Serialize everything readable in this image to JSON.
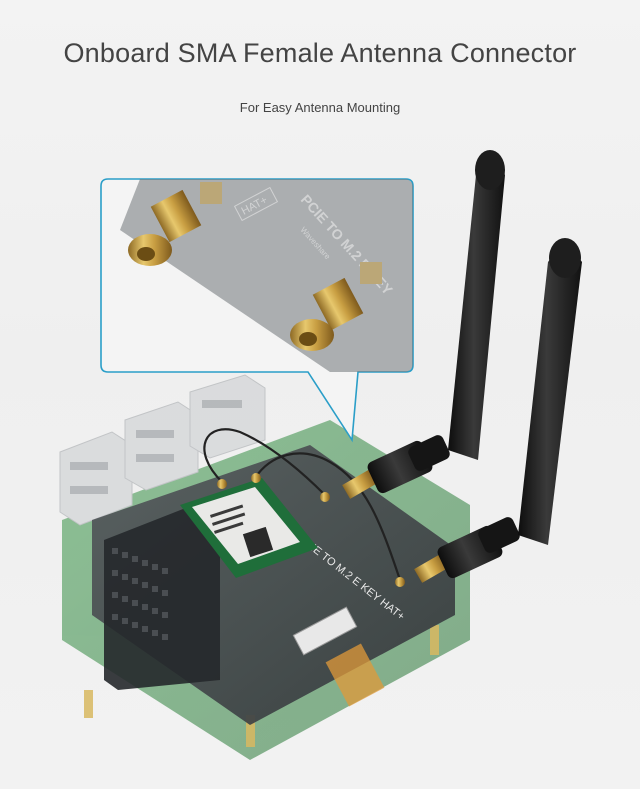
{
  "headline": "Onboard SMA Female Antenna Connector",
  "subheadline": "For Easy Antenna Mounting",
  "board_label": "PCIE TO M.2 E KEY HAT+",
  "board_label_zoom": "PCIE TO M.2 E KEY",
  "hat_badge": "HAT+",
  "brand": "Waveshare",
  "colors": {
    "background": "#f1f1f1",
    "callout_border": "#2a9ec8",
    "board_gray": "#3f4448",
    "pcb_green": "#2f8a3f",
    "antenna_black": "#1b1b1b",
    "connector_gold": "#c8a24a"
  }
}
